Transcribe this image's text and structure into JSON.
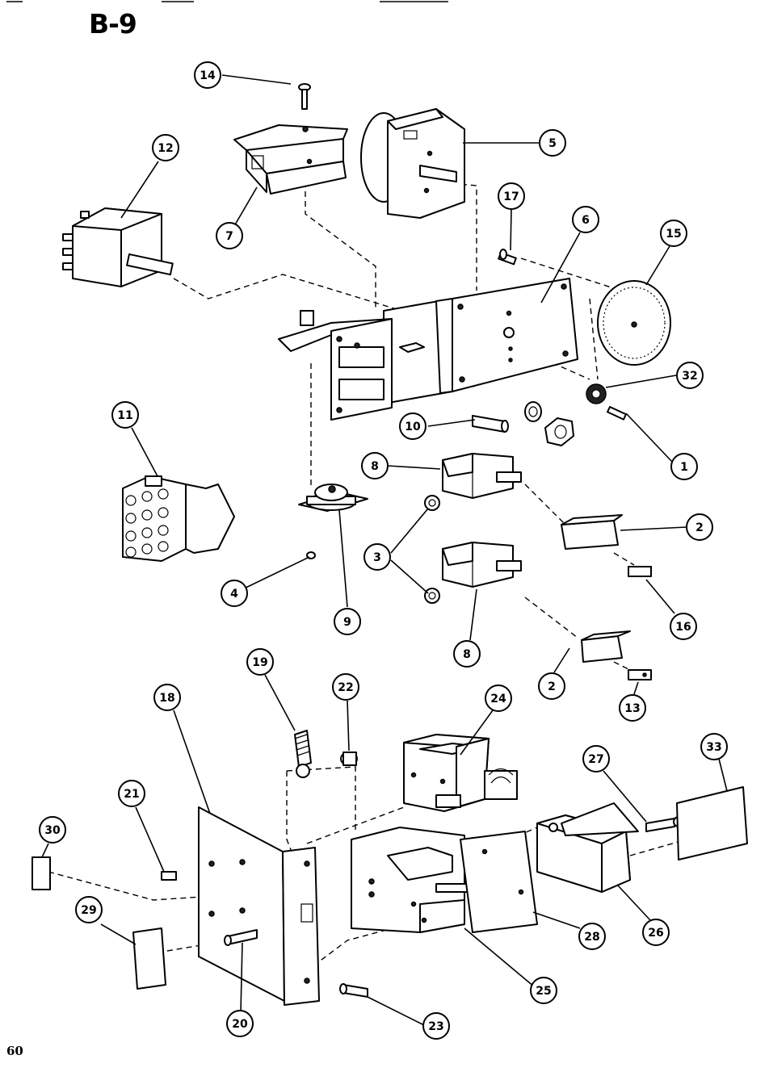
{
  "page": {
    "title": "B-9",
    "page_number": "60"
  },
  "callouts": [
    "1",
    "2",
    "3",
    "4",
    "5",
    "6",
    "7",
    "8",
    "9",
    "10",
    "11",
    "12",
    "13",
    "14",
    "15",
    "16",
    "17",
    "18",
    "19",
    "20",
    "21",
    "22",
    "23",
    "24",
    "25",
    "26",
    "27",
    "28",
    "29",
    "30",
    "32",
    "33"
  ]
}
